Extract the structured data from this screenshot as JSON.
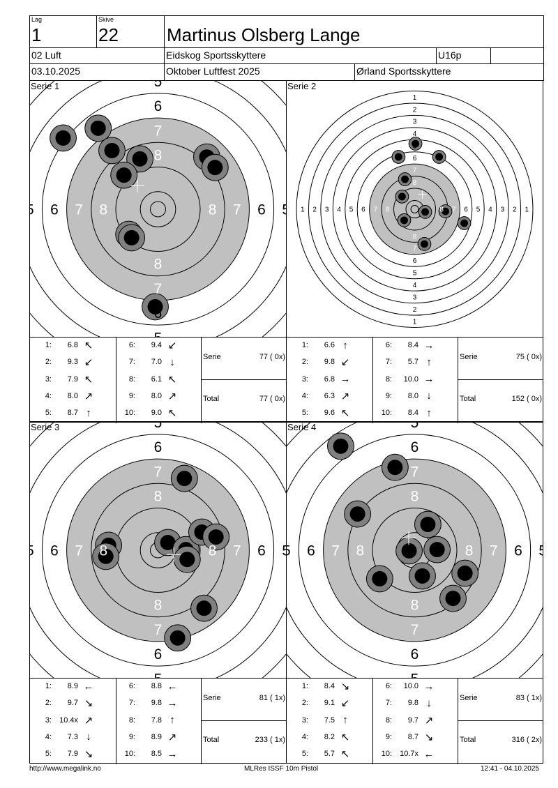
{
  "header": {
    "lag_label": "Lag",
    "lag": "1",
    "skive_label": "Skive",
    "skive": "22",
    "name": "Martinus Olsberg Lange",
    "class": "02 Luft",
    "club": "Eidskog Sportsskyttere",
    "category": "U16p",
    "date": "03.10.2025",
    "event": "Oktober Luftfest 2025",
    "organizer": "Ørland Sportsskyttere"
  },
  "series": [
    {
      "title": "Serie 1",
      "zoom": "near",
      "ring_labels": [
        5,
        6,
        7,
        8
      ],
      "shots": [
        [
          -30.9,
          -23.2
        ],
        [
          -19.5,
          -26.4
        ],
        [
          -15.0,
          -19.1
        ],
        [
          -5.9,
          -16.4
        ],
        [
          -11.1,
          -11.1
        ],
        [
          15.9,
          -17.0
        ],
        [
          18.6,
          -13.6
        ],
        [
          -9.5,
          8.2
        ],
        [
          -8.6,
          9.3
        ],
        [
          -0.9,
          31.8
        ]
      ],
      "scores": [
        {
          "n": "1:",
          "v": "6.8",
          "a": "↖"
        },
        {
          "n": "2:",
          "v": "9.3",
          "a": "↙"
        },
        {
          "n": "3:",
          "v": "7.9",
          "a": "↖"
        },
        {
          "n": "4:",
          "v": "8.0",
          "a": "↗"
        },
        {
          "n": "5:",
          "v": "8.7",
          "a": "↑"
        },
        {
          "n": "6:",
          "v": "9.4",
          "a": "↙"
        },
        {
          "n": "7:",
          "v": "7.0",
          "a": "↓"
        },
        {
          "n": "8:",
          "v": "6.1",
          "a": "↖"
        },
        {
          "n": "9:",
          "v": "8.0",
          "a": "↗"
        },
        {
          "n": "10:",
          "v": "9.0",
          "a": "↖"
        }
      ],
      "serie_label": "Serie",
      "serie_value": "77 ( 0x)",
      "total_label": "Total",
      "total_value": "77 ( 0x)"
    },
    {
      "title": "Serie 2",
      "zoom": "far",
      "ring_labels": [
        1,
        2,
        3,
        4,
        5,
        6,
        7,
        8
      ],
      "shots": [
        [
          0.5,
          -43.1
        ],
        [
          -10.6,
          -34.4
        ],
        [
          16.1,
          -34.4
        ],
        [
          -6.4,
          -19.7
        ],
        [
          -8.3,
          -8.3
        ],
        [
          -6.9,
          7.3
        ],
        [
          6.9,
          1.8
        ],
        [
          20.2,
          1.4
        ],
        [
          32.6,
          9.2
        ],
        [
          6.4,
          22.9
        ]
      ],
      "scores": [
        {
          "n": "1:",
          "v": "6.6",
          "a": "↑"
        },
        {
          "n": "2:",
          "v": "9.8",
          "a": "↙"
        },
        {
          "n": "3:",
          "v": "6.8",
          "a": "→"
        },
        {
          "n": "4:",
          "v": "6.3",
          "a": "↗"
        },
        {
          "n": "5:",
          "v": "9.6",
          "a": "↖"
        },
        {
          "n": "6:",
          "v": "8.4",
          "a": "→"
        },
        {
          "n": "7:",
          "v": "5.7",
          "a": "↑"
        },
        {
          "n": "8:",
          "v": "10.0",
          "a": "→"
        },
        {
          "n": "9:",
          "v": "8.0",
          "a": "↓"
        },
        {
          "n": "10:",
          "v": "8.4",
          "a": "↑"
        }
      ],
      "serie_label": "Serie",
      "serie_value": "75 ( 0x)",
      "total_label": "Total",
      "total_value": "152 ( 0x)"
    },
    {
      "title": "Serie 3",
      "zoom": "near",
      "ring_labels": [
        5,
        6,
        7,
        8
      ],
      "shots": [
        [
          8.6,
          -23.4
        ],
        [
          -16.1,
          -1.6
        ],
        [
          -17.0,
          2.0
        ],
        [
          3.2,
          -2.5
        ],
        [
          9.1,
          -0.2
        ],
        [
          9.5,
          3.0
        ],
        [
          14.3,
          -5.9
        ],
        [
          18.9,
          -4.3
        ],
        [
          15.0,
          18.9
        ],
        [
          6.4,
          28.6
        ]
      ],
      "scores": [
        {
          "n": "1:",
          "v": "8.9",
          "a": "←"
        },
        {
          "n": "2:",
          "v": "9.7",
          "a": "↘"
        },
        {
          "n": "3:",
          "v": "10.4x",
          "a": "↗"
        },
        {
          "n": "4:",
          "v": "7.3",
          "a": "↓"
        },
        {
          "n": "5:",
          "v": "7.9",
          "a": "↘"
        },
        {
          "n": "6:",
          "v": "8.8",
          "a": "←"
        },
        {
          "n": "7:",
          "v": "9.8",
          "a": "→"
        },
        {
          "n": "8:",
          "v": "7.8",
          "a": "↑"
        },
        {
          "n": "9:",
          "v": "8.9",
          "a": "↗"
        },
        {
          "n": "10:",
          "v": "8.5",
          "a": "→"
        }
      ],
      "serie_label": "Serie",
      "serie_value": "81 ( 1x)",
      "total_label": "Total",
      "total_value": "233 ( 1x)"
    },
    {
      "title": "Serie 4",
      "zoom": "near",
      "ring_labels": [
        5,
        6,
        7,
        8
      ],
      "shots": [
        [
          -24.1,
          -33.9
        ],
        [
          -6.4,
          -27.0
        ],
        [
          -18.6,
          -11.8
        ],
        [
          4.3,
          -8.4
        ],
        [
          7.3,
          -0.2
        ],
        [
          -1.8,
          0.2
        ],
        [
          2.5,
          8.4
        ],
        [
          -11.4,
          9.3
        ],
        [
          16.4,
          7.5
        ],
        [
          12.5,
          15.7
        ]
      ],
      "scores": [
        {
          "n": "1:",
          "v": "8.4",
          "a": "↘"
        },
        {
          "n": "2:",
          "v": "9.1",
          "a": "↙"
        },
        {
          "n": "3:",
          "v": "7.5",
          "a": "↑"
        },
        {
          "n": "4:",
          "v": "8.2",
          "a": "↖"
        },
        {
          "n": "5:",
          "v": "5.7",
          "a": "↖"
        },
        {
          "n": "6:",
          "v": "10.0",
          "a": "→"
        },
        {
          "n": "7:",
          "v": "9.8",
          "a": "↓"
        },
        {
          "n": "8:",
          "v": "9.7",
          "a": "↗"
        },
        {
          "n": "9:",
          "v": "8.7",
          "a": "↘"
        },
        {
          "n": "10:",
          "v": "10.7x",
          "a": "←"
        }
      ],
      "serie_label": "Serie",
      "serie_value": "83 ( 1x)",
      "total_label": "Total",
      "total_value": "316 ( 2x)"
    }
  ],
  "footer": {
    "url": "http://www.megalink.no",
    "program": "MLRes ISSF 10m Pistol",
    "timestamp": "12:41 - 04.10.2025"
  },
  "colors": {
    "grey": "#c0c0c0",
    "shot_outer": "#808080",
    "shot_inner": "#000000"
  }
}
